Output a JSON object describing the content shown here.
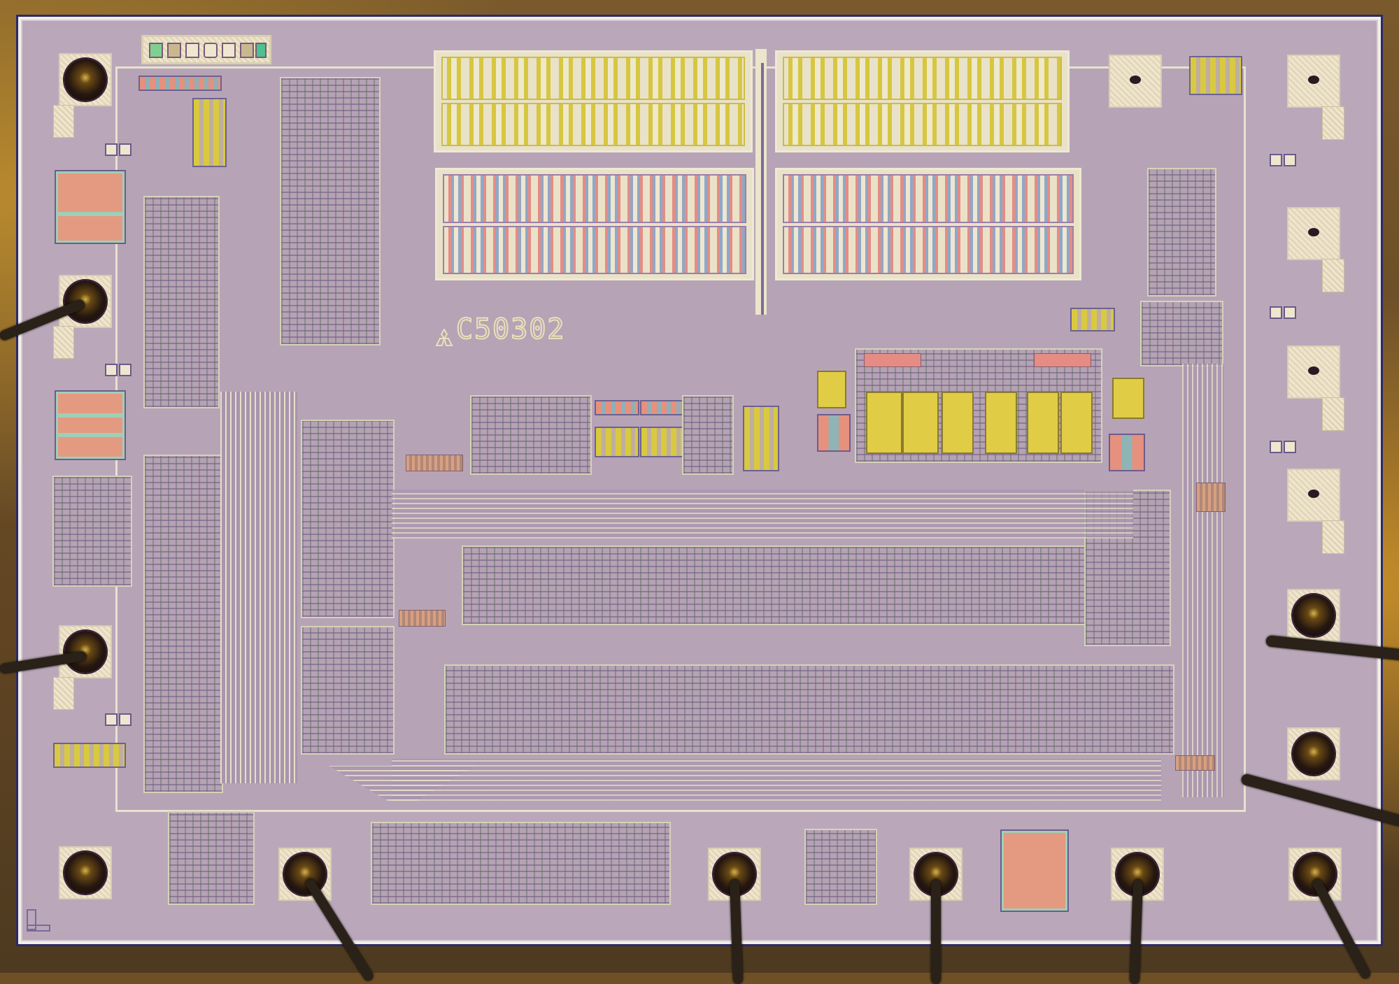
{
  "image": {
    "subject": "Integrated circuit die micrograph",
    "marking": {
      "logo": "three-diamond-logo",
      "text": "C50302"
    }
  },
  "colors": {
    "die_surface": "#b9a6b8",
    "metal": "#ece5cc",
    "resistor_yellow": "#d7c640",
    "resistor_red": "#e58c85",
    "capacitor": "#e49a80",
    "bond_ball": "#251710",
    "package_background": "#7a5a2c",
    "die_edge": "#2b2a6a"
  },
  "pads": {
    "left": [
      {
        "id": "L1",
        "bonded": true
      },
      {
        "id": "L2",
        "bonded": true
      },
      {
        "id": "L3",
        "bonded": true
      },
      {
        "id": "L4",
        "bonded": true
      }
    ],
    "bottom": [
      {
        "id": "B1",
        "bonded": true
      },
      {
        "id": "B2",
        "bonded": true
      },
      {
        "id": "B3",
        "bonded": true
      },
      {
        "id": "B4",
        "bonded": true
      },
      {
        "id": "B5",
        "bonded": true
      }
    ],
    "right": [
      {
        "id": "R1",
        "bonded": false
      },
      {
        "id": "R2",
        "bonded": false
      },
      {
        "id": "R3",
        "bonded": false
      },
      {
        "id": "R4",
        "bonded": false
      },
      {
        "id": "R5",
        "bonded": true
      },
      {
        "id": "R6",
        "bonded": true
      },
      {
        "id": "R7",
        "bonded": true
      }
    ],
    "top": [
      {
        "id": "T1",
        "bonded": false
      }
    ]
  },
  "structures": {
    "resistor_arrays": [
      {
        "name": "top-left-yellow",
        "color": "yellow"
      },
      {
        "name": "top-right-yellow",
        "color": "yellow"
      },
      {
        "name": "mid-left-red",
        "color": "red"
      },
      {
        "name": "mid-right-red",
        "color": "red"
      }
    ],
    "capacitors": [
      "left-cap-upper",
      "left-cap-lower",
      "bottom-right-cap"
    ],
    "logic_regions": [
      "left-column-logic",
      "left-inner-logic",
      "center-logic-row-1",
      "center-logic-row-2",
      "bottom-logic-row",
      "right-logic"
    ]
  }
}
